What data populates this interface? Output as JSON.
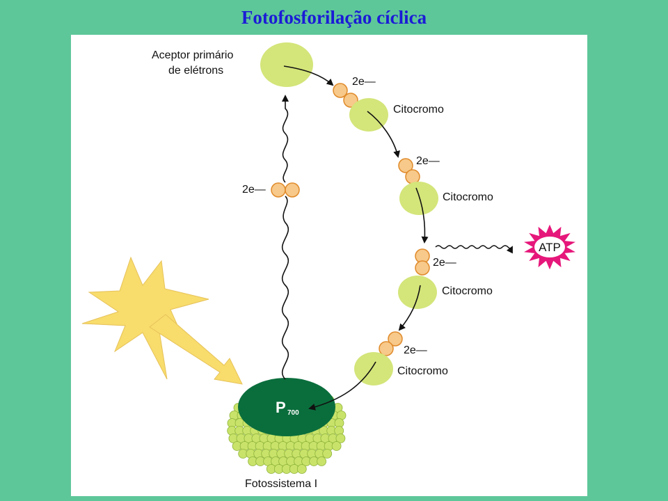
{
  "title": "Fotofosforilação cíclica",
  "diagram": {
    "acceptor_label_line1": "Aceptor primário",
    "acceptor_label_line2": "de elétrons",
    "electron_labels": [
      "2e—",
      "2e—",
      "2e—",
      "2e—",
      "2e—"
    ],
    "cytochrome_labels": [
      "Citocromo",
      "Citocromo",
      "Citocromo",
      "Citocromo"
    ],
    "atp_label": "ATP",
    "p700_label": "P",
    "p700_subscript": "700",
    "photosystem_label": "Fotossistema I"
  },
  "colors": {
    "background": "#5ec79a",
    "title": "#1b1bd6",
    "carrier": "#d4e57a",
    "electron": "#f7c98a",
    "electron_stroke": "#e08a2a",
    "sun": "#f8dc6c",
    "atp_star": "#e6177a",
    "p700": "#0a6e3c",
    "photosystem_beads": "#c9e36a"
  }
}
